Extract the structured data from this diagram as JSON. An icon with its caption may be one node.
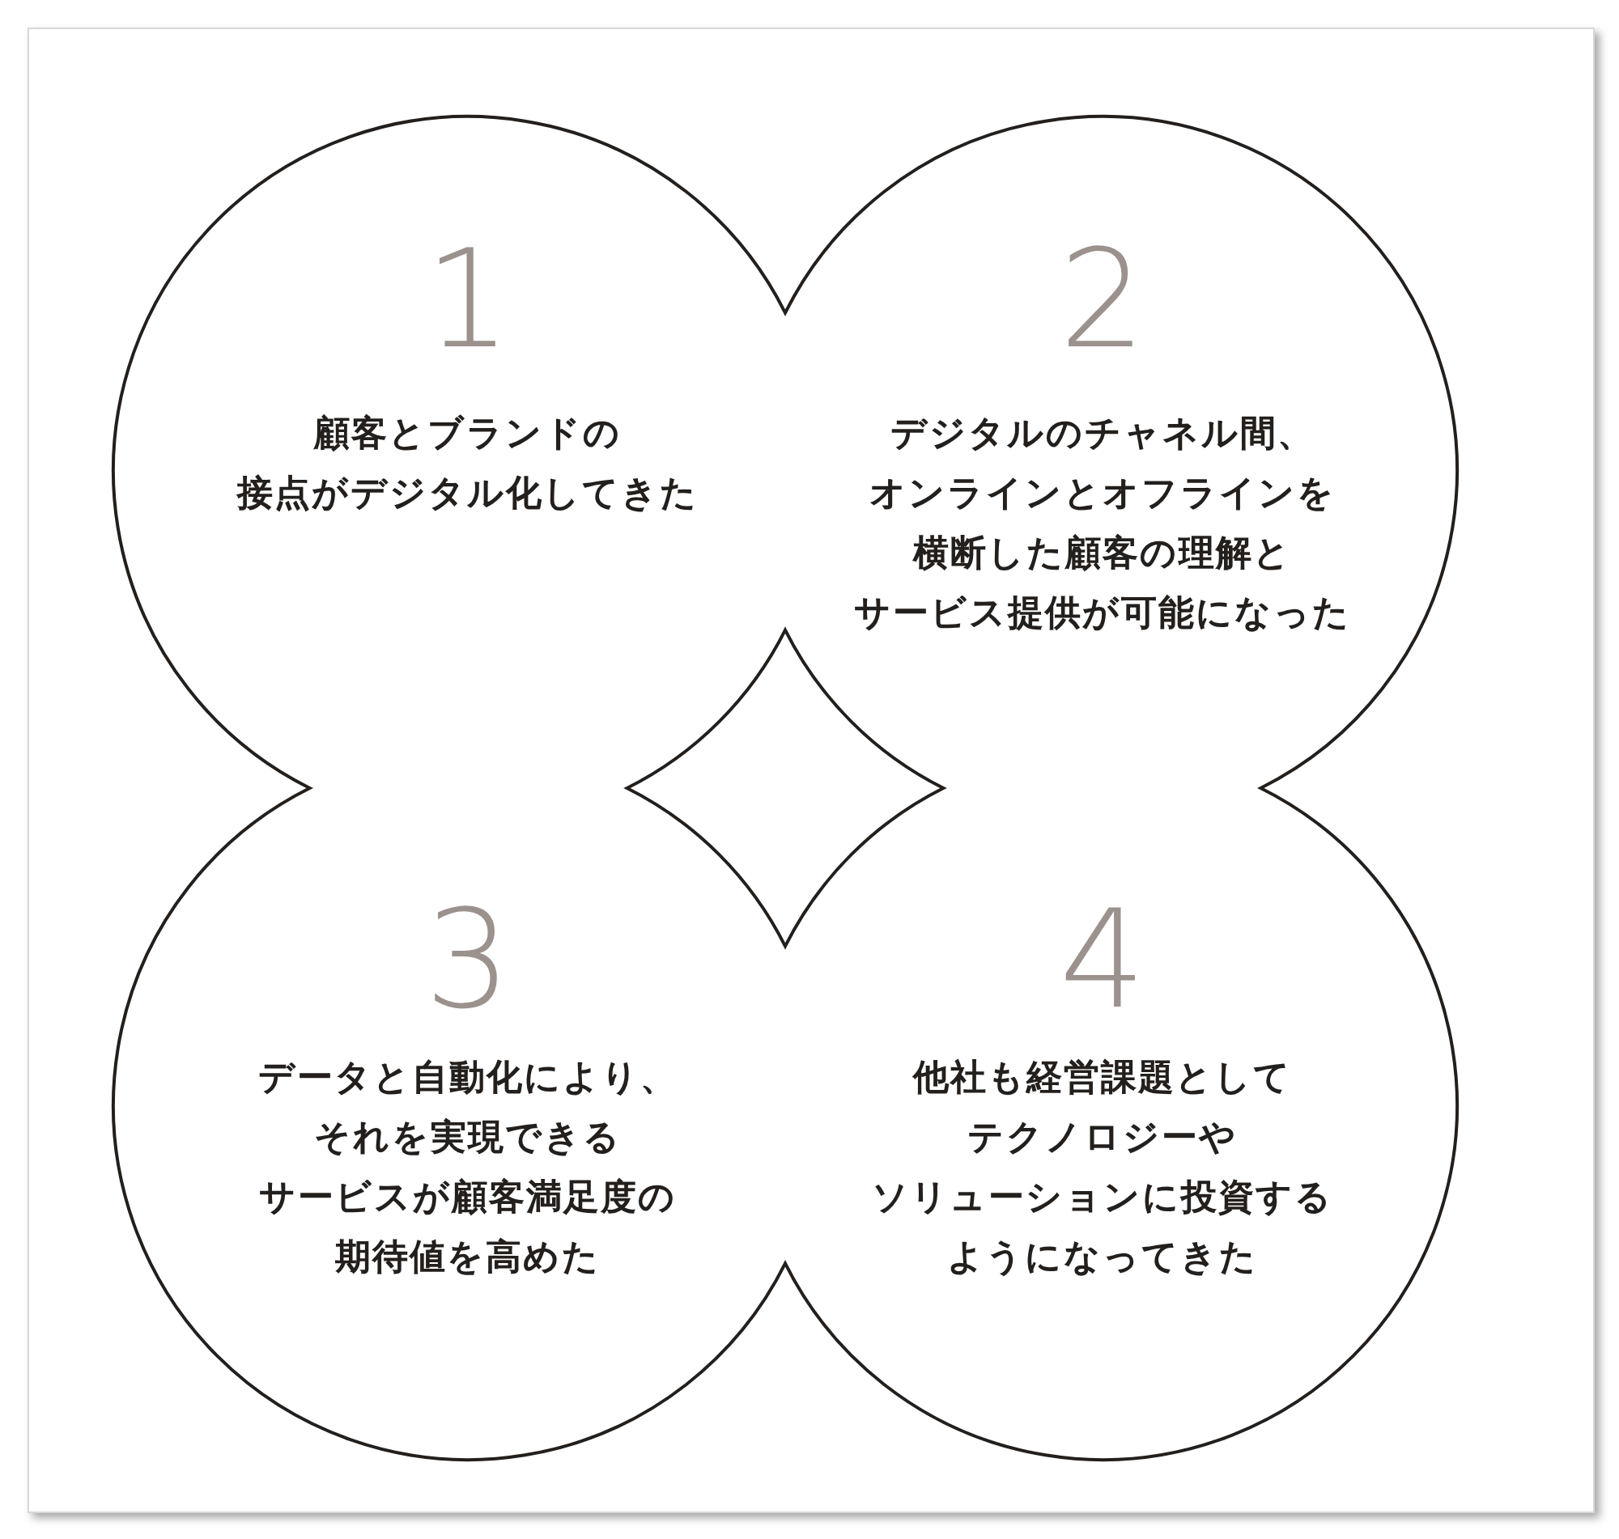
{
  "diagram": {
    "nodes": [
      {
        "text": [
          "1",
          "顧客とブランドの接点がデジタル化してきた"
        ]
      },
      {
        "text": [
          "2",
          "デジタルのチャネル間、オンラインとオフラインを横断した顧客の理解とサービス提供が可能になった"
        ]
      },
      {
        "text": [
          "3",
          "データと自動化により、それを実現できるサービスが顧客満足度の期待値を高めた"
        ]
      },
      {
        "text": [
          "4",
          "他社も経営課題としてテクノロジーやソリューションに投資するようになってきた"
        ]
      }
    ]
  }
}
